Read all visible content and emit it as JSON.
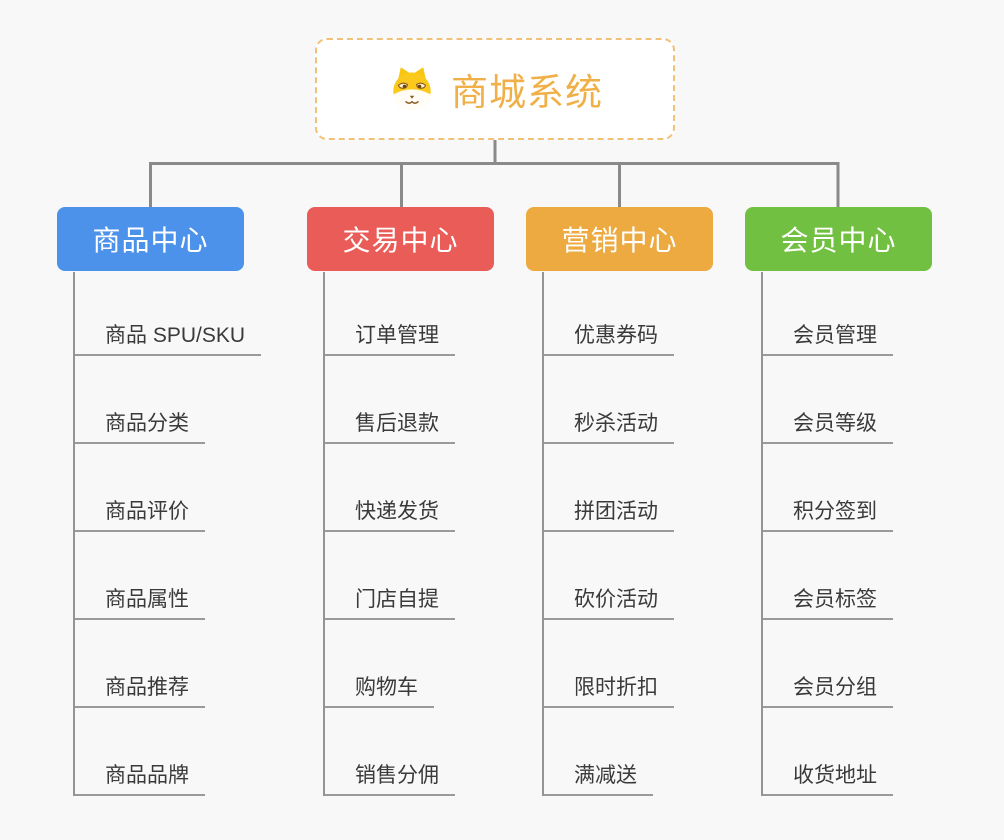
{
  "root": {
    "title": "商城系统",
    "icon": "shiba-dog-icon"
  },
  "branches": [
    {
      "label": "商品中心",
      "color": "#4c92ea",
      "children": [
        "商品 SPU/SKU",
        "商品分类",
        "商品评价",
        "商品属性",
        "商品推荐",
        "商品品牌"
      ]
    },
    {
      "label": "交易中心",
      "color": "#e95c58",
      "children": [
        "订单管理",
        "售后退款",
        "快递发货",
        "门店自提",
        "购物车",
        "销售分佣"
      ]
    },
    {
      "label": "营销中心",
      "color": "#ecaa40",
      "children": [
        "优惠券码",
        "秒杀活动",
        "拼团活动",
        "砍价活动",
        "限时折扣",
        "满减送"
      ]
    },
    {
      "label": "会员中心",
      "color": "#72c041",
      "children": [
        "会员管理",
        "会员等级",
        "积分签到",
        "会员标签",
        "会员分组",
        "收货地址"
      ]
    }
  ],
  "colors": {
    "root_accent": "#f0af47",
    "root_border": "#f2c179",
    "connector": "#8a8a8a",
    "underline": "#9a9a9a",
    "topic_text": "#3a3a3a",
    "background": "#f8f8f8"
  }
}
